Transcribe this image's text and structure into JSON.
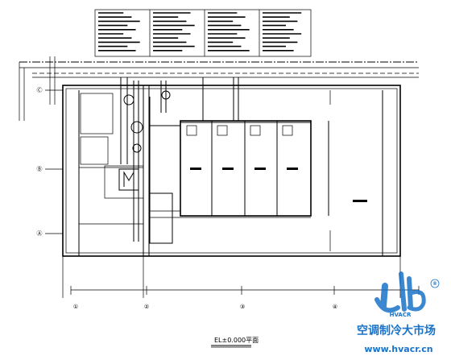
{
  "drawing": {
    "title": "EL±0.000平面",
    "grid_columns": [
      "①",
      "②",
      "③",
      "④"
    ],
    "grid_rows": [
      "Ⓒ",
      "Ⓑ",
      "Ⓐ"
    ],
    "colors": {
      "line": "#000000",
      "watermark_blue": "#1a73c8"
    }
  },
  "watermark": {
    "brand": "HVACR",
    "name": "空调制冷大市场",
    "url": "www.hvacr.cn",
    "registered": "®"
  }
}
